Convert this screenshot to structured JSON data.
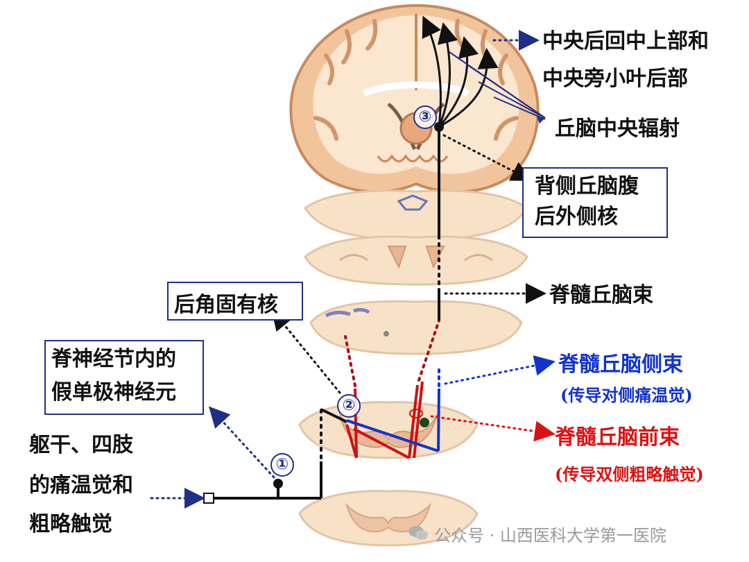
{
  "labels": {
    "top_right_1": "中央后回中上部和",
    "top_right_2": "中央旁小叶后部",
    "thalamic_radiation": "丘脑中央辐射",
    "vpl_nucleus_1": "背侧丘脑腹",
    "vpl_nucleus_2": "后外侧核",
    "spinothalamic_tract": "脊髓丘脑束",
    "dorsal_horn_nucleus": "后角固有核",
    "ganglion_neuron_1": "脊神经节内的",
    "ganglion_neuron_2": "假单极神经元",
    "lateral_tract": "脊髓丘脑侧束",
    "lateral_tract_note": "(传导对侧痛温觉)",
    "anterior_tract": "脊髓丘脑前束",
    "anterior_tract_note": "(传导双侧粗略触觉)",
    "input_1": "躯干、四肢",
    "input_2": "的痛温觉和",
    "input_3": "粗略触觉"
  },
  "badges": {
    "first": "①",
    "second": "②",
    "third": "③"
  },
  "watermark": "公众号 · 山西医科大学第一医院",
  "colors": {
    "tissue": "#f7e2c8",
    "tissue_edge": "#c98a5c",
    "gray_matter": "#d9a07a",
    "box_border": "#1f2f86",
    "lateral_tract": "#1133cc",
    "anterior_tract": "#dd1111",
    "pathway": "#111111"
  }
}
